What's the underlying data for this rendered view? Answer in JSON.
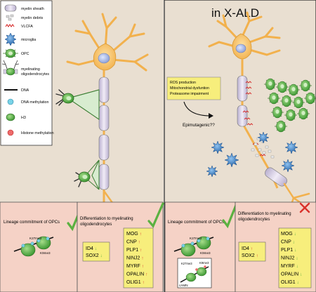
{
  "legend": {
    "items": [
      {
        "label": "myelin sheath"
      },
      {
        "label": "myelin debris"
      },
      {
        "label": "VLCFA"
      },
      {
        "label": "microglia"
      },
      {
        "label": "OPC"
      },
      {
        "label": "myelinating oligodendrocytes"
      },
      {
        "label": "DNA"
      },
      {
        "label": "DNA methylation"
      },
      {
        "label": "H3"
      },
      {
        "label": "Histone methylation"
      }
    ]
  },
  "right_panel": {
    "title": "in X-ALD",
    "stress_box": [
      "ROS production",
      "Mitochondrial dysfuntion",
      "Proteasome impairment"
    ],
    "epimutagenic": "Epimutagenic??"
  },
  "bottom_left": {
    "lineage": {
      "title": "Lineage commitment of OPCs",
      "k27": "K27me3",
      "k9": "K9me3"
    },
    "diff": {
      "title": "Differentiation to myelinating oligodendrocytes",
      "down_genes": [
        {
          "name": "ID4",
          "arrow": "↓"
        },
        {
          "name": "SOX2",
          "arrow": "↓"
        }
      ],
      "up_genes": [
        {
          "name": "MOG",
          "arrow": "↑"
        },
        {
          "name": "CNP",
          "arrow": "↑"
        },
        {
          "name": "PLP1",
          "arrow": "↑"
        },
        {
          "name": "NINJ2",
          "arrow": "↑"
        },
        {
          "name": "MYRF",
          "arrow": "↑"
        },
        {
          "name": "OPALIN",
          "arrow": "↑"
        },
        {
          "name": "OLIG1",
          "arrow": "↑"
        }
      ]
    }
  },
  "bottom_right": {
    "lineage": {
      "title": "Lineage commitment of OPCs",
      "k27": "K27me3",
      "k9": "K9me3",
      "inset_k27": "K27me3",
      "inset_k9": "K9me3",
      "inset_label": "cAMN"
    },
    "diff": {
      "title": "Differentiation to myelinating oligodendrocytes",
      "down_genes": [
        {
          "name": "ID4",
          "arrow": "↑"
        },
        {
          "name": "SOX2",
          "arrow": "↑"
        }
      ],
      "up_genes": [
        {
          "name": "MOG",
          "arrow": "↓"
        },
        {
          "name": "CNP",
          "arrow": "↓"
        },
        {
          "name": "PLP1",
          "arrow": "↓"
        },
        {
          "name": "NINJ2",
          "arrow": "↓"
        },
        {
          "name": "MYRF",
          "arrow": "↓"
        },
        {
          "name": "OPALIN",
          "arrow": "↓"
        },
        {
          "name": "OLIG1",
          "arrow": "↓"
        }
      ]
    }
  },
  "colors": {
    "bg": "#e9dfd1",
    "pink_box": "#f5d2c6",
    "gene_box": "#f7ee7c",
    "neuron": "#f7c56e",
    "myelin": "#d9d1e6",
    "opc": "#5fb24c",
    "microglia": "#2b6fb5",
    "check": "#5bb141",
    "cross": "#d9312a",
    "up_arrow": "#d9312a",
    "down_arrow": "#5bb141"
  }
}
